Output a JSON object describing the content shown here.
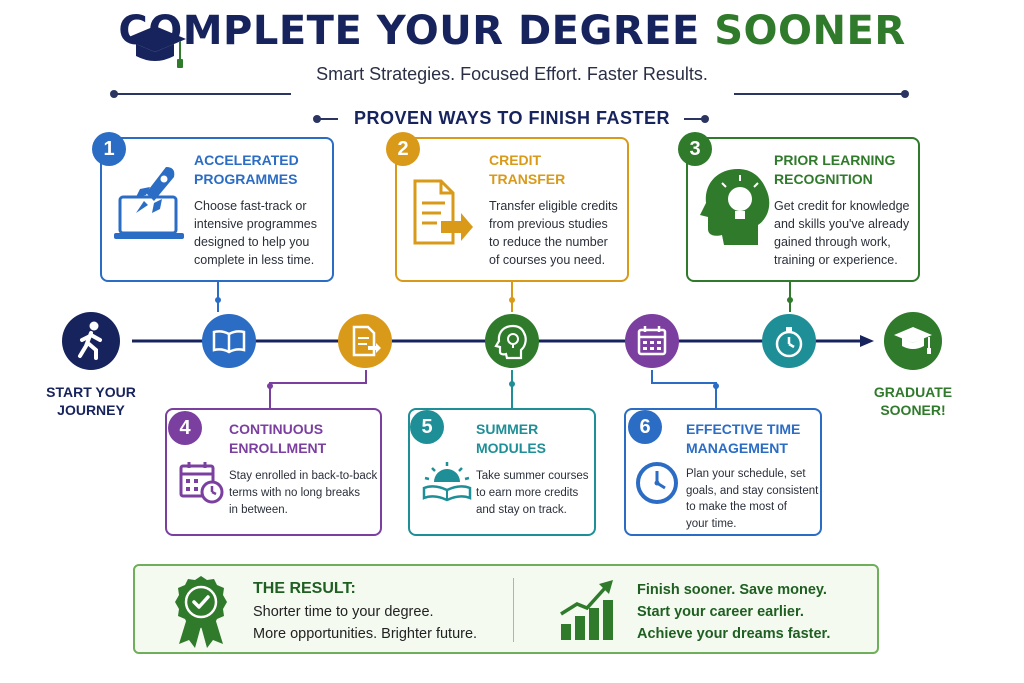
{
  "header": {
    "title_part1": "COMPLETE YOUR DEGREE",
    "title_part2": "SOONER",
    "subtitle": "Smart Strategies. Focused Effort. Faster Results.",
    "section_title": "PROVEN WAYS TO FINISH FASTER"
  },
  "colors": {
    "navy": "#17235c",
    "blue": "#2b6cc4",
    "gold": "#d99a1a",
    "green": "#2f7a2b",
    "purple": "#7b3fa0",
    "teal": "#1f8f97"
  },
  "cards": [
    {
      "number": "1",
      "title_line1": "ACCELERATED",
      "title_line2": "PROGRAMMES",
      "body": [
        "Choose fast-track or",
        "intensive programmes",
        "designed to help you",
        "complete in less time."
      ],
      "icon": "rocket-laptop-icon"
    },
    {
      "number": "2",
      "title_line1": "CREDIT",
      "title_line2": "TRANSFER",
      "body": [
        "Transfer eligible credits",
        "from previous studies",
        "to reduce the number",
        "of courses you need."
      ],
      "icon": "document-transfer-icon"
    },
    {
      "number": "3",
      "title_line1": "PRIOR LEARNING",
      "title_line2": "RECOGNITION",
      "body": [
        "Get credit for knowledge",
        "and skills you've already",
        "gained through work,",
        "training or experience."
      ],
      "icon": "head-lightbulb-icon"
    },
    {
      "number": "4",
      "title_line1": "CONTINUOUS",
      "title_line2": "ENROLLMENT",
      "body": [
        "Stay enrolled in back-to-back",
        "terms with no long breaks",
        "in between."
      ],
      "icon": "calendar-clock-icon"
    },
    {
      "number": "5",
      "title_line1": "SUMMER",
      "title_line2": "MODULES",
      "body": [
        "Take summer courses",
        "to earn more credits",
        "and stay on track."
      ],
      "icon": "sun-book-icon"
    },
    {
      "number": "6",
      "title_line1": "EFFECTIVE TIME",
      "title_line2": "MANAGEMENT",
      "body": [
        "Plan your schedule, set",
        "goals, and stay consistent",
        "to make the most of",
        "your time."
      ],
      "icon": "clock-icon"
    }
  ],
  "timeline": {
    "start_label_line1": "START YOUR",
    "start_label_line2": "JOURNEY",
    "end_label_line1": "GRADUATE",
    "end_label_line2": "SOONER!",
    "nodes": [
      "walking-person-icon",
      "book-icon",
      "document-icon",
      "lightbulb-head-icon",
      "calendar-icon",
      "stopwatch-icon",
      "graduation-cap-icon"
    ]
  },
  "result": {
    "title": "THE RESULT:",
    "line1": "Shorter time to your degree.",
    "line2": "More opportunities. Brighter future.",
    "benefits": [
      "Finish sooner. Save money.",
      "Start your career earlier.",
      "Achieve your dreams faster."
    ]
  }
}
